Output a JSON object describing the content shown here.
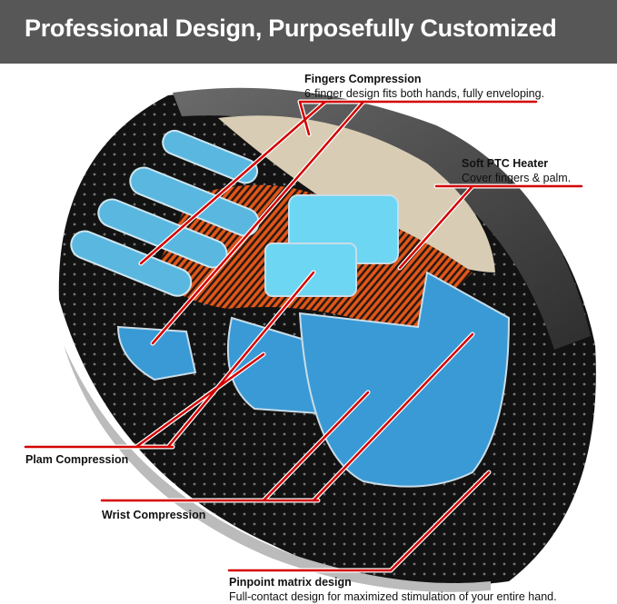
{
  "title": "Professional Design, Purposefully Customized",
  "annotations": [
    {
      "heading": "Fingers Compression",
      "description": "6-finger design fits both hands, fully enveloping."
    },
    {
      "heading": "Soft PTC Heater",
      "description": "Cover fingers & palm."
    },
    {
      "heading": "Plam Compression"
    },
    {
      "heading": "Wrist Compression"
    },
    {
      "heading": "Pinpoint matrix design",
      "description": "Full-contact design for maximized stimulation of your entire hand."
    }
  ],
  "colors": {
    "header": "#575757",
    "callout": "#d40000",
    "pad": "#3a9ad6",
    "heater": "#e0561a"
  }
}
